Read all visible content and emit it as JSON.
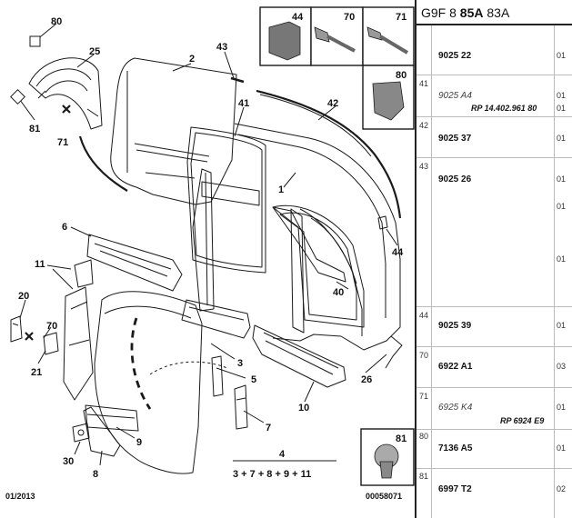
{
  "diagram": {
    "callouts": {
      "n80": "80",
      "n25": "25",
      "n81": "81",
      "n71": "71",
      "n2": "2",
      "n43": "43",
      "n42": "42",
      "n41": "41",
      "n1": "1",
      "n44": "44",
      "n6": "6",
      "n11": "11",
      "n20": "20",
      "n70": "70",
      "n21": "21",
      "n40": "40",
      "n26": "26",
      "n3": "3",
      "n5": "5",
      "n10": "10",
      "n7": "7",
      "n9": "9",
      "n30": "30",
      "n8": "8",
      "n4": "4"
    },
    "inset_labels": {
      "i44": "44",
      "i70": "70",
      "i71": "71",
      "i80": "80",
      "i81": "81"
    },
    "formula": "3 + 7 + 8 + 9 + 11",
    "footer_date": "01/2013",
    "footer_ref": "00058071"
  },
  "parts_panel": {
    "header_prefix": "G9F 8 ",
    "header_bold": "85A",
    "header_suffix": " 83A",
    "rows": [
      {
        "ref": "",
        "part": "9025 22",
        "note": "",
        "qty": [
          "01"
        ]
      },
      {
        "ref": "41",
        "part": "9025 A4",
        "note": "RP 14.402.961 80",
        "qty": [
          "01",
          "01"
        ]
      },
      {
        "ref": "42",
        "part": "9025 37",
        "note": "",
        "qty": [
          "01"
        ]
      },
      {
        "ref": "43",
        "part": "9025 26",
        "note": "",
        "qty": [
          "01",
          "01",
          "01"
        ]
      },
      {
        "ref": "44",
        "part": "9025 39",
        "note": "",
        "qty": [
          "01"
        ]
      },
      {
        "ref": "70",
        "part": "6922 A1",
        "note": "",
        "qty": [
          "03"
        ]
      },
      {
        "ref": "71",
        "part": "6925 K4",
        "note": "RP 6924 E9",
        "qty": [
          "01"
        ]
      },
      {
        "ref": "80",
        "part": "7136 A5",
        "note": "",
        "qty": [
          "01"
        ]
      },
      {
        "ref": "81",
        "part": "6997 T2",
        "note": "",
        "qty": [
          "02"
        ]
      }
    ]
  },
  "colors": {
    "line": "#1a1a1a",
    "panel_border": "#222222",
    "row_line": "#bbbbbb"
  }
}
